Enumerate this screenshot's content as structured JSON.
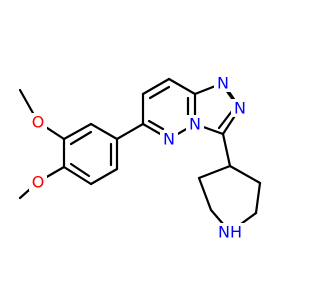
{
  "colors": {
    "bond": "#000000",
    "oxygen": "#ff0000",
    "nitrogen": "#0000ff",
    "background": "#ffffff"
  },
  "atoms": {
    "o_upper": "O",
    "o_lower": "O",
    "n1": "N",
    "n2": "N",
    "n3": "N",
    "n4": "N",
    "nh": "NH"
  }
}
